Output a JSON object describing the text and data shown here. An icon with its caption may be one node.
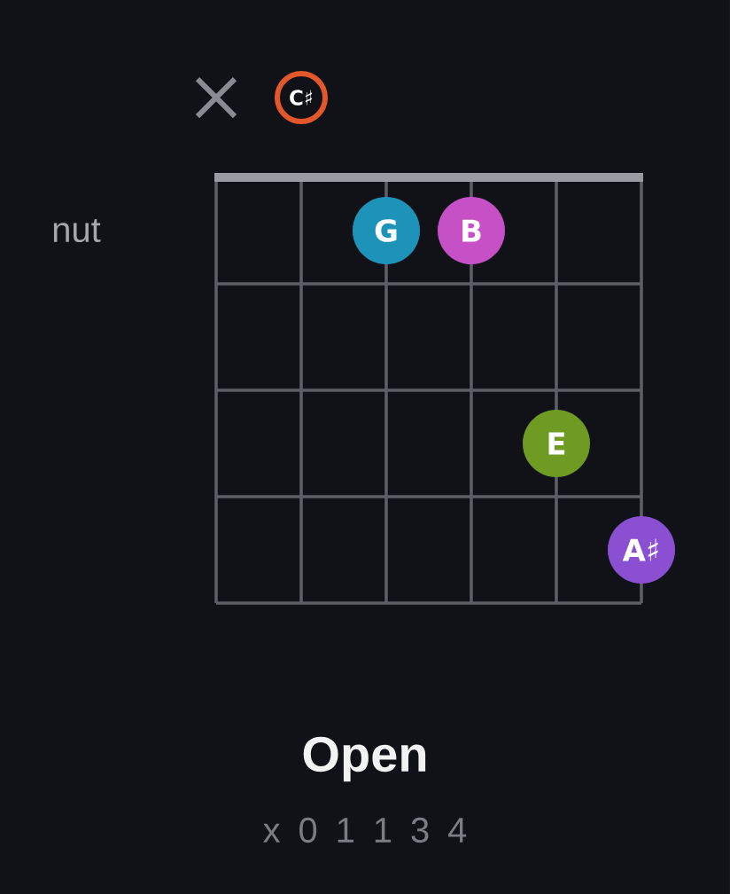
{
  "diagram": {
    "title": "Open",
    "nodes": [
      {
        "text": [
          "C♯"
        ]
      },
      {
        "text": [
          "G"
        ]
      },
      {
        "text": [
          "B"
        ]
      },
      {
        "text": [
          "E"
        ]
      },
      {
        "text": [
          "A♯"
        ]
      }
    ],
    "labels": [
      "nut",
      "x 0 1 1 3 4"
    ]
  }
}
